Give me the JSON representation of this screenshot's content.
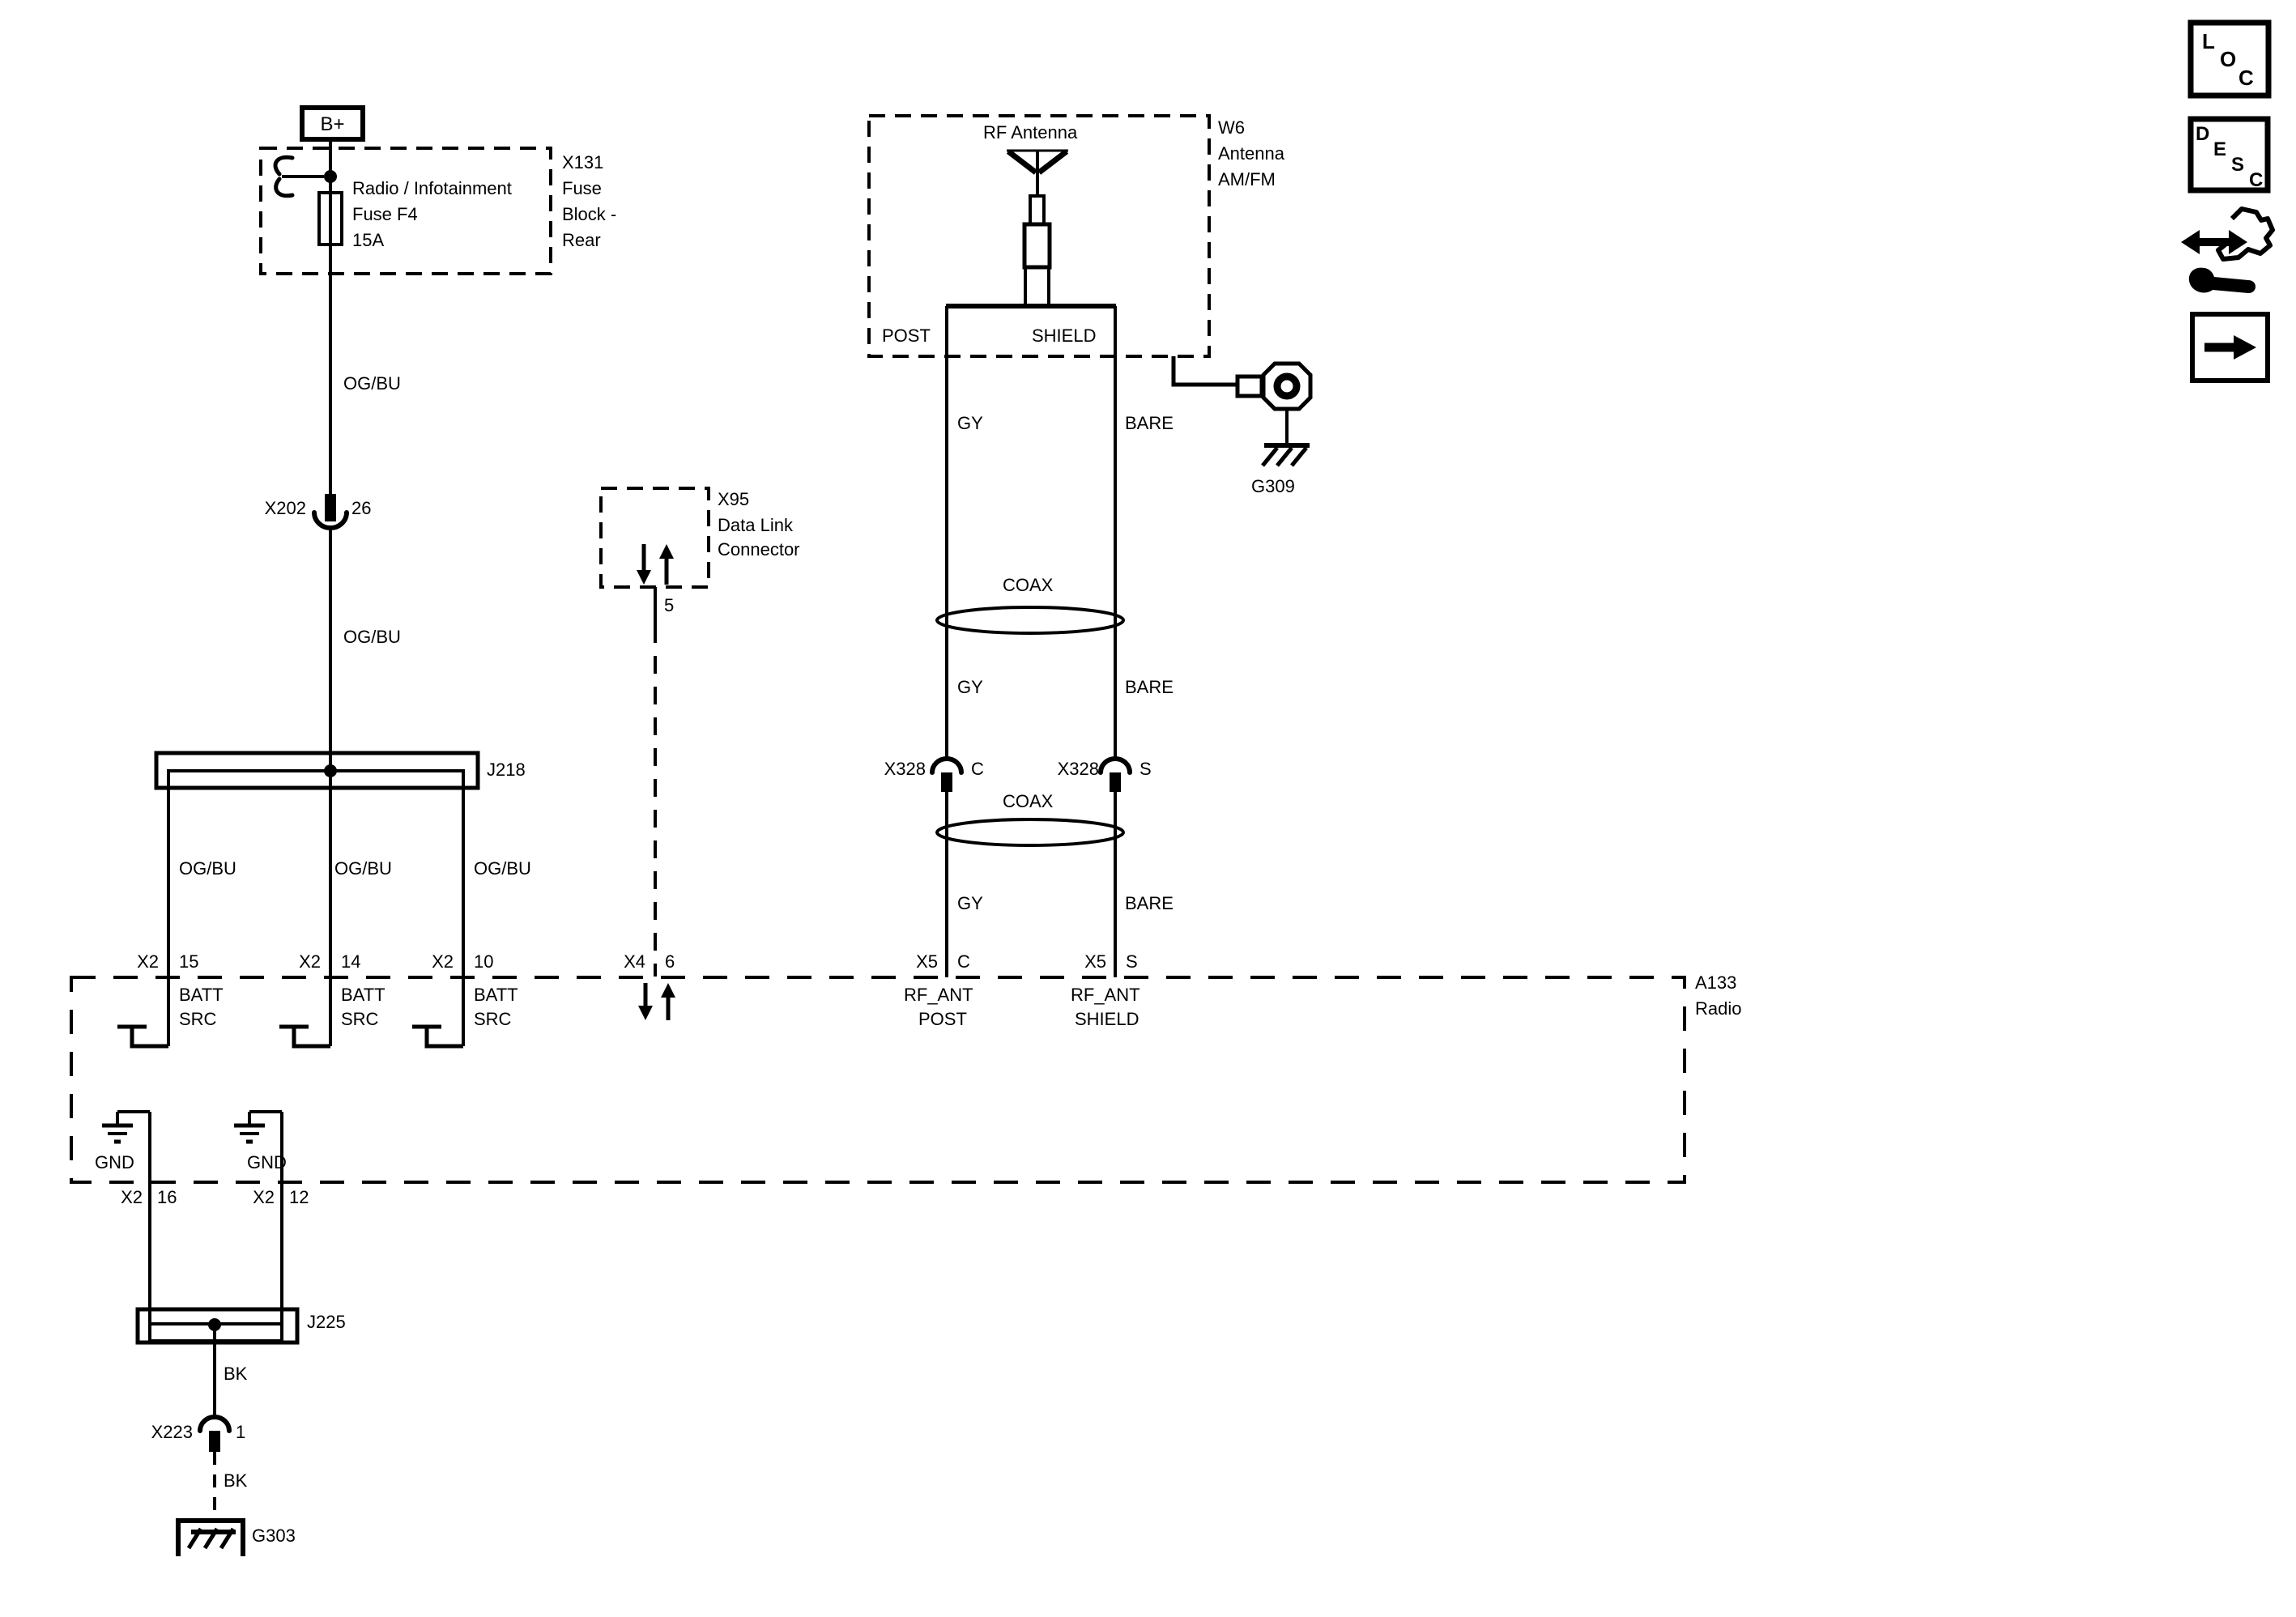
{
  "colors": {
    "ink": "#000000",
    "background": "#ffffff"
  },
  "battery": {
    "label": "B+"
  },
  "fuse_block": {
    "id": "X131",
    "name": [
      "Fuse",
      "Block -",
      "Rear"
    ],
    "fuse": [
      "Radio / Infotainment",
      "Fuse F4",
      "15A"
    ]
  },
  "connectors": {
    "x202": {
      "id": "X202",
      "pin": "26"
    },
    "x223": {
      "id": "X223",
      "pin": "1"
    },
    "x328_core": {
      "id": "X328",
      "pin": "C"
    },
    "x328_shield": {
      "id": "X328",
      "pin": "S"
    }
  },
  "data_link": {
    "id": "X95",
    "name": [
      "Data Link",
      "Connector"
    ],
    "pin": "5"
  },
  "splices": {
    "j218": "J218",
    "j225": "J225"
  },
  "antenna": {
    "id": "W6",
    "name": [
      "Antenna",
      "AM/FM"
    ],
    "device": "RF Antenna",
    "post": "POST",
    "shield": "SHIELD"
  },
  "grounds": {
    "g309": "G309",
    "g303": "G303"
  },
  "radio": {
    "id": "A133",
    "name": "Radio",
    "pins": {
      "batt1": {
        "conn": "X2",
        "pin": "15",
        "signal": [
          "BATT",
          "SRC"
        ]
      },
      "batt2": {
        "conn": "X2",
        "pin": "14",
        "signal": [
          "BATT",
          "SRC"
        ]
      },
      "batt3": {
        "conn": "X2",
        "pin": "10",
        "signal": [
          "BATT",
          "SRC"
        ]
      },
      "data": {
        "conn": "X4",
        "pin": "6"
      },
      "rf_post": {
        "conn": "X5",
        "pin": "C",
        "signal": [
          "RF_ANT",
          "POST"
        ]
      },
      "rf_shield": {
        "conn": "X5",
        "pin": "S",
        "signal": [
          "RF_ANT",
          "SHIELD"
        ]
      },
      "gnd1": {
        "conn": "X2",
        "pin": "16",
        "signal": "GND"
      },
      "gnd2": {
        "conn": "X2",
        "pin": "12",
        "signal": "GND"
      }
    }
  },
  "wire_labels": {
    "og_bu": "OG/BU",
    "gy": "GY",
    "bare": "BARE",
    "bk": "BK",
    "coax": "COAX"
  },
  "toolbar_icons": {
    "loc": [
      "L",
      "O",
      "C"
    ],
    "desc": [
      "D",
      "E",
      "S",
      "C"
    ]
  }
}
